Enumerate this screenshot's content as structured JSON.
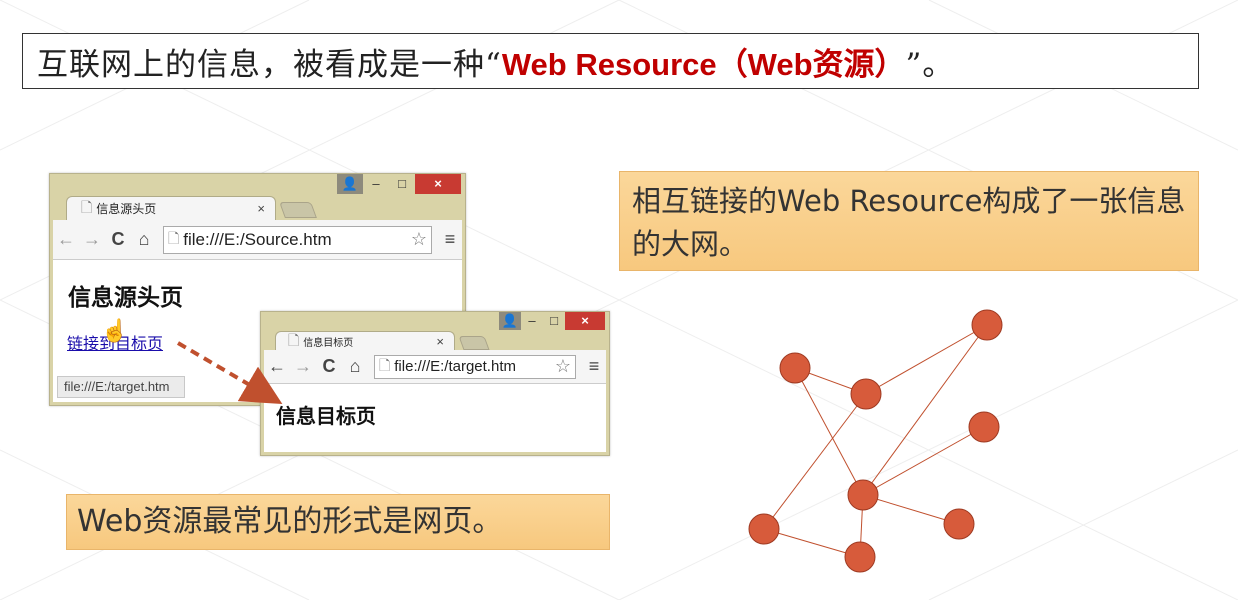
{
  "slide": {
    "title_prefix": "互联网上的信息，被看成是一种“",
    "title_highlight": "Web Resource（Web资源）",
    "title_suffix": "”。",
    "note_right": "相互链接的Web Resource构成了一张信息的大网。",
    "note_left": "Web资源最常见的形式是网页。"
  },
  "browser_source": {
    "tab_title": "信息源头页",
    "url": "file:///E:/Source.htm",
    "heading": "信息源头页",
    "link_text": "链接到目标页",
    "status_url": "file:///E:/target.htm"
  },
  "browser_target": {
    "tab_title": "信息目标页",
    "url": "file:///E:/target.htm",
    "heading": "信息目标页"
  },
  "icons": {
    "back": "←",
    "forward": "→",
    "reload": "C",
    "home": "⌂",
    "star": "☆",
    "menu": "≡",
    "page": "🗋",
    "close": "×",
    "minimize": "–",
    "maximize": "□",
    "user": "👤",
    "cursor": "☝"
  },
  "colors": {
    "title_highlight": "#c00000",
    "note_fill": "#f9d08c",
    "node_fill": "#d75b3b",
    "edge": "#c0502e",
    "arrow": "#c0502e",
    "close_button": "#c83a32"
  },
  "network": {
    "nodes": [
      "n1",
      "n2",
      "n3",
      "n4",
      "n5",
      "n6",
      "n7",
      "n8"
    ],
    "edges": [
      [
        "n1",
        "n2"
      ],
      [
        "n1",
        "n5"
      ],
      [
        "n2",
        "n6"
      ],
      [
        "n3",
        "n2"
      ],
      [
        "n3",
        "n5"
      ],
      [
        "n4",
        "n5"
      ],
      [
        "n5",
        "n7"
      ],
      [
        "n5",
        "n8"
      ],
      [
        "n6",
        "n8"
      ]
    ]
  }
}
